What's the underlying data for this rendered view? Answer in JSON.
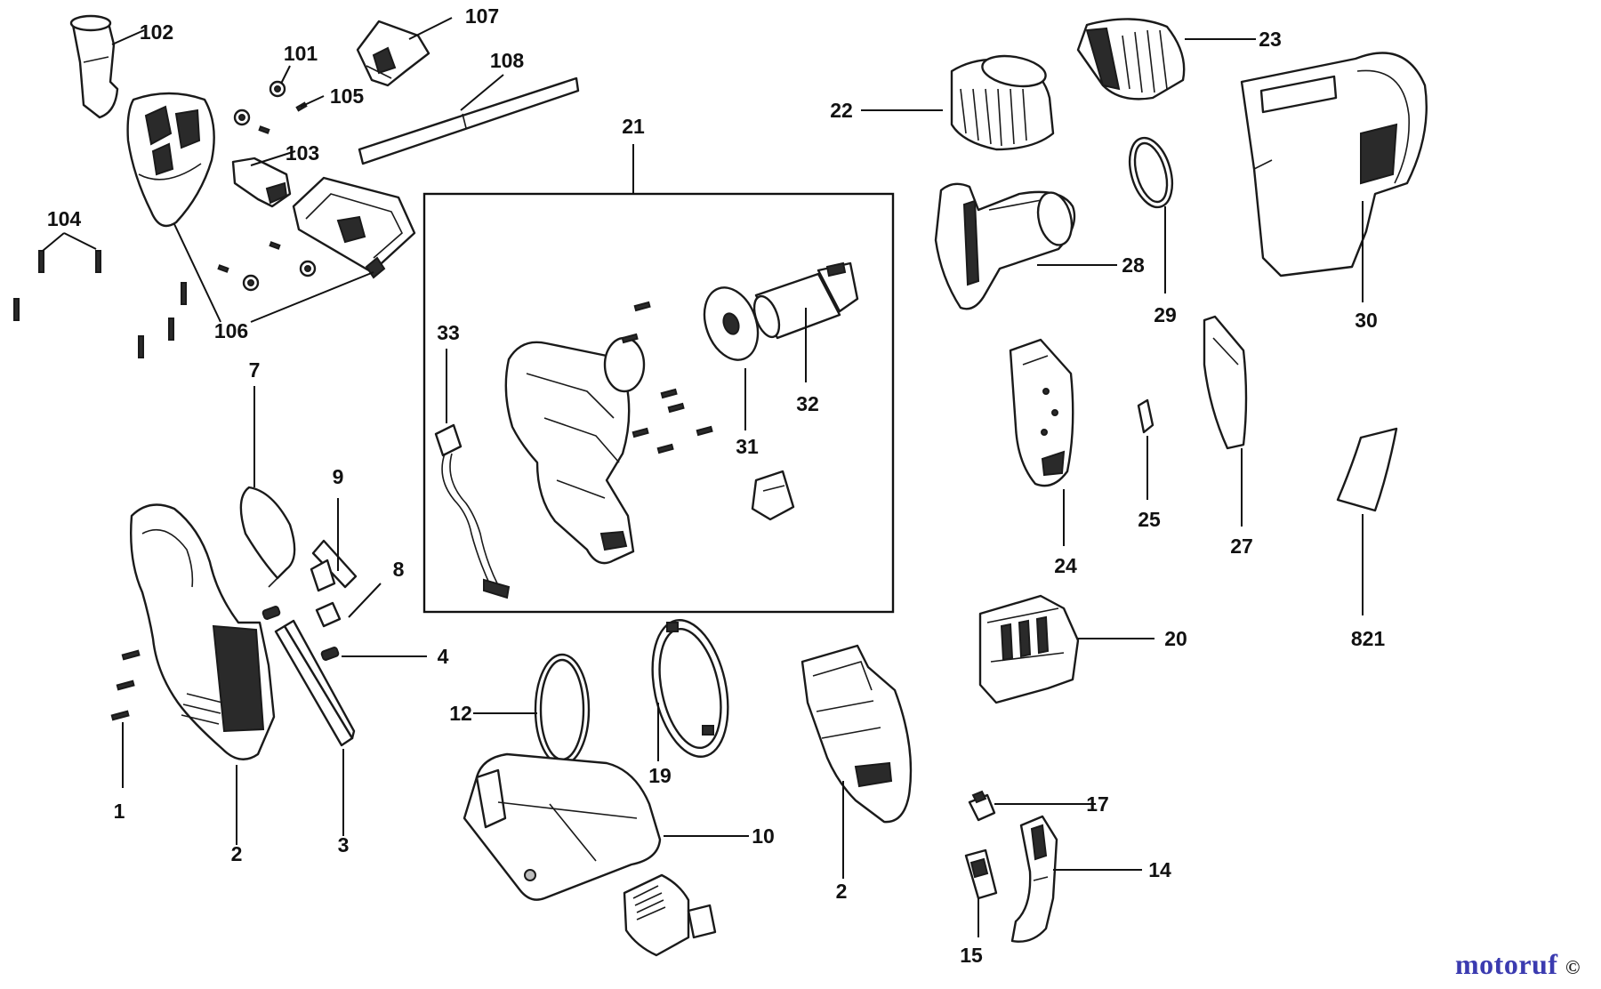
{
  "diagram": {
    "part_labels": [
      "1",
      "2",
      "2",
      "3",
      "4",
      "7",
      "8",
      "9",
      "10",
      "12",
      "14",
      "15",
      "17",
      "19",
      "20",
      "21",
      "22",
      "23",
      "24",
      "25",
      "27",
      "28",
      "29",
      "30",
      "31",
      "32",
      "33",
      "101",
      "102",
      "103",
      "104",
      "105",
      "106",
      "107",
      "108",
      "821"
    ]
  },
  "watermark": {
    "text": "motoruf",
    "icon": "copyright-icon"
  }
}
